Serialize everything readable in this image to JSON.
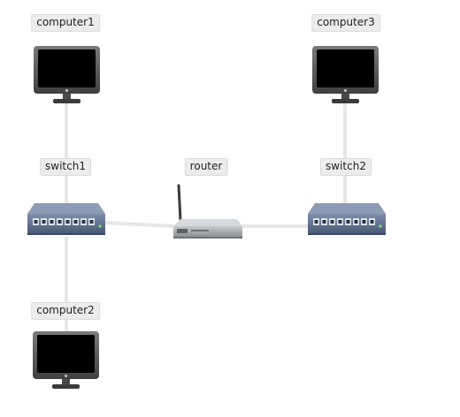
{
  "diagram": {
    "nodes": [
      {
        "id": "computer1",
        "label": "computer1",
        "type": "computer"
      },
      {
        "id": "computer2",
        "label": "computer2",
        "type": "computer"
      },
      {
        "id": "computer3",
        "label": "computer3",
        "type": "computer"
      },
      {
        "id": "switch1",
        "label": "switch1",
        "type": "switch"
      },
      {
        "id": "switch2",
        "label": "switch2",
        "type": "switch"
      },
      {
        "id": "router",
        "label": "router",
        "type": "router"
      }
    ],
    "links": [
      {
        "from": "computer1",
        "to": "switch1"
      },
      {
        "from": "switch1",
        "to": "computer2"
      },
      {
        "from": "switch1",
        "to": "router"
      },
      {
        "from": "router",
        "to": "switch2"
      },
      {
        "from": "switch2",
        "to": "computer3"
      }
    ],
    "colors": {
      "link": "#e6e6e6",
      "monitor_frame": "#5b5b5b",
      "monitor_screen": "#000000",
      "switch_body": "#5d6f8d",
      "router_body": "#9ea3a9"
    }
  }
}
